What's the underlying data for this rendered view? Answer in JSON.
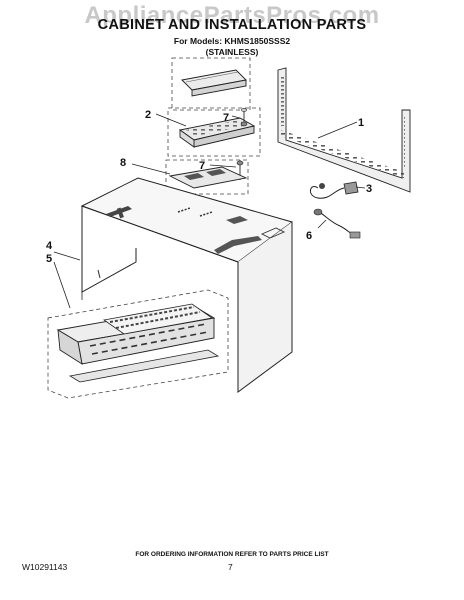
{
  "watermark": "AppliancePartsPros.com",
  "header": {
    "title": "CABINET AND INSTALLATION PARTS",
    "models": "For Models: KHMS1850SSS2",
    "variant": "(STAINLESS)"
  },
  "callouts": [
    "1",
    "2",
    "3",
    "4",
    "5",
    "6",
    "7",
    "7",
    "8"
  ],
  "footer": {
    "note": "FOR ORDERING INFORMATION REFER TO PARTS PRICE LIST",
    "doc_number": "W10291143",
    "page_number": "7"
  }
}
